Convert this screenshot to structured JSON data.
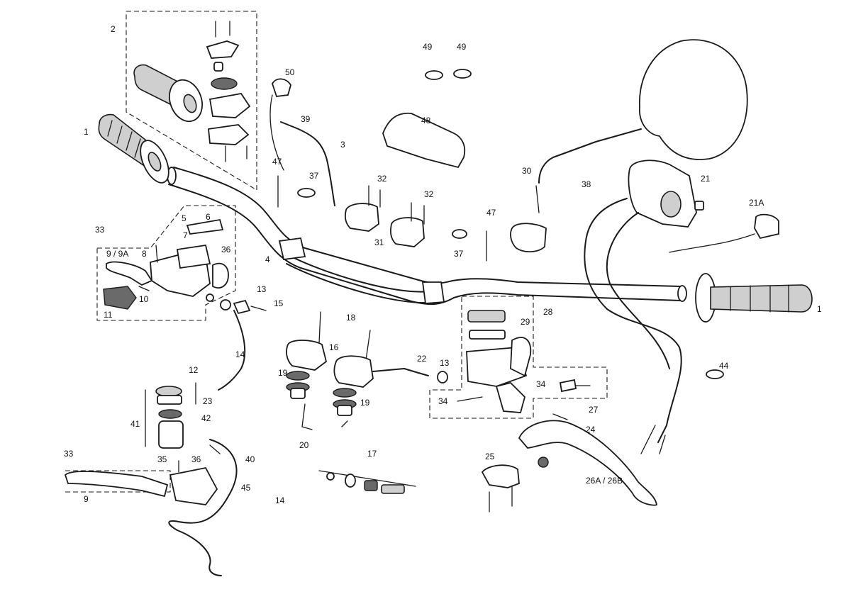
{
  "labels": {
    "l1a": "1",
    "l1b": "1",
    "l2": "2",
    "l3": "3",
    "l4": "4",
    "l5": "5",
    "l6": "6",
    "l7": "7",
    "l8": "8",
    "l9a": "9 / 9A",
    "l9b": "9",
    "l10": "10",
    "l11": "11",
    "l12": "12",
    "l13a": "13",
    "l13b": "13",
    "l14a": "14",
    "l14b": "14",
    "l15": "15",
    "l16": "16",
    "l17": "17",
    "l18": "18",
    "l19a": "19",
    "l19b": "19",
    "l20": "20",
    "l21": "21",
    "l21A": "21A",
    "l22": "22",
    "l23": "23",
    "l24": "24",
    "l25": "25",
    "l26": "26A / 26B",
    "l27": "27",
    "l28": "28",
    "l29": "29",
    "l30": "30",
    "l31": "31",
    "l32a": "32",
    "l32b": "32",
    "l33a": "33",
    "l33b": "33",
    "l34a": "34",
    "l34b": "34",
    "l35": "35",
    "l36a": "36",
    "l36b": "36",
    "l37a": "37",
    "l37b": "37",
    "l38": "38",
    "l39": "39",
    "l40": "40",
    "l41": "41",
    "l42": "42",
    "l44": "44",
    "l45": "45",
    "l47a": "47",
    "l47b": "47",
    "l48": "48",
    "l49a": "49",
    "l49b": "49",
    "l50": "50"
  }
}
